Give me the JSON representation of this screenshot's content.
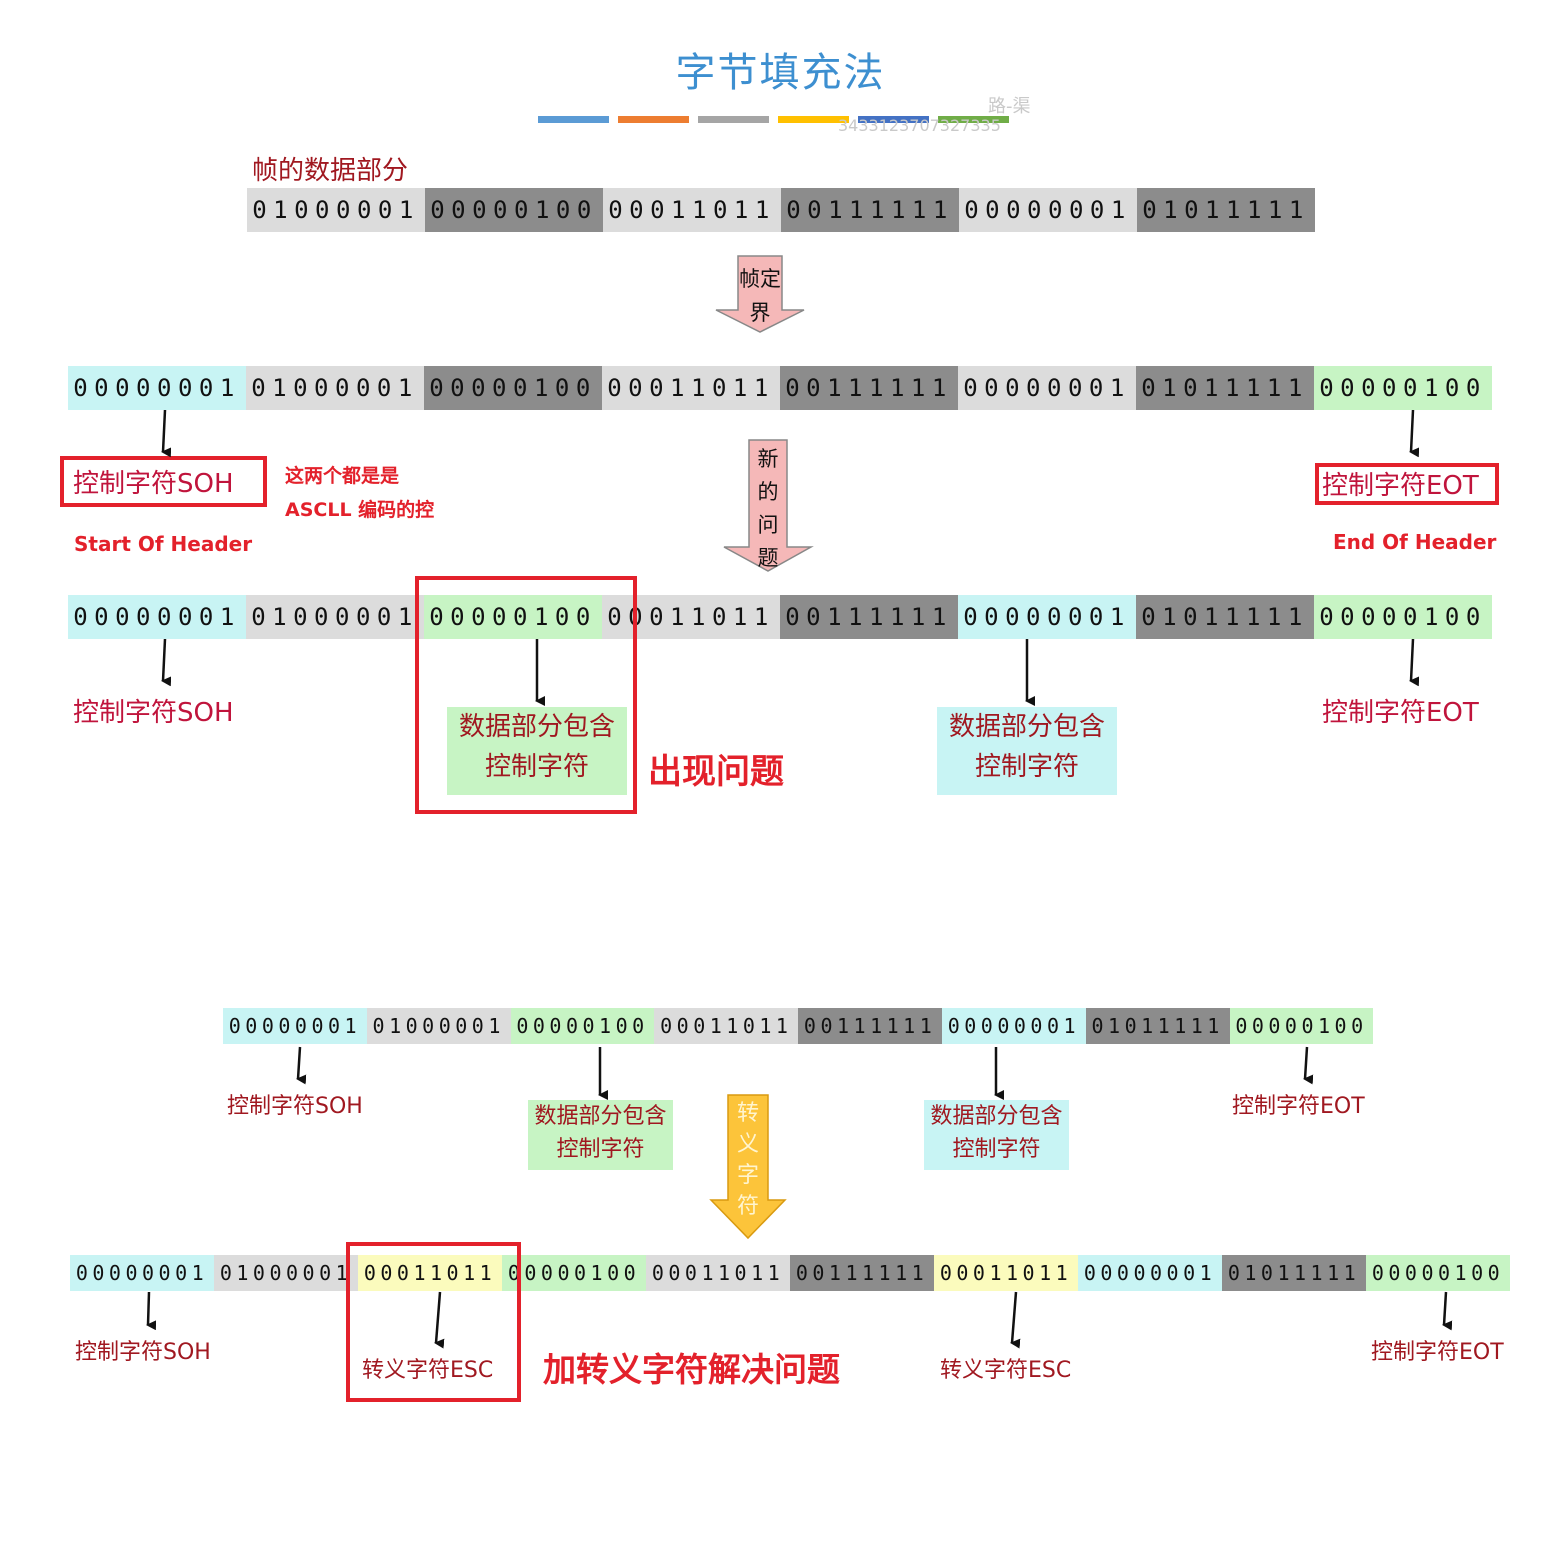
{
  "title": "字节填充法",
  "watermark": {
    "line1": "路-渠",
    "line2": "3433123707327335"
  },
  "title_bar_colors": [
    "#5b9bd5",
    "#ed7d31",
    "#a5a5a5",
    "#ffc000",
    "#4472c4",
    "#70ad47"
  ],
  "section1": {
    "data_label": "帧的数据部分",
    "bytes": [
      "01000001",
      "00000100",
      "00011011",
      "00111111",
      "00000001",
      "01011111"
    ],
    "arrow_label": [
      "帧定",
      "界"
    ]
  },
  "section2": {
    "bytes": [
      "00000001",
      "01000001",
      "00000100",
      "00011011",
      "00111111",
      "00000001",
      "01011111",
      "00000100"
    ],
    "soh_label": "控制字符SOH",
    "soh_sub": "Start Of Header",
    "note_line1": "这两个都是是",
    "note_line2": "ASCLL 编码的控",
    "eot_label": "控制字符EOT",
    "eot_sub": "End Of Header",
    "arrow_label": [
      "新",
      "的",
      "问",
      "题"
    ]
  },
  "section3": {
    "bytes": [
      "00000001",
      "01000001",
      "00000100",
      "00011011",
      "00111111",
      "00000001",
      "01011111",
      "00000100"
    ],
    "soh_label": "控制字符SOH",
    "eot_label": "控制字符EOT",
    "box1_line1": "数据部分包含",
    "box1_line2": "控制字符",
    "box2_line1": "数据部分包含",
    "box2_line2": "控制字符",
    "problem_label": "出现问题"
  },
  "section4": {
    "bytes": [
      "00000001",
      "01000001",
      "00000100",
      "00011011",
      "00111111",
      "00000001",
      "01011111",
      "00000100"
    ],
    "soh_label": "控制字符SOH",
    "eot_label": "控制字符EOT",
    "box1_line1": "数据部分包含",
    "box1_line2": "控制字符",
    "box2_line1": "数据部分包含",
    "box2_line2": "控制字符",
    "arrow_label": [
      "转",
      "义",
      "字",
      "符"
    ]
  },
  "section5": {
    "bytes": [
      "00000001",
      "01000001",
      "00011011",
      "00000100",
      "00011011",
      "00111111",
      "00011011",
      "00000001",
      "01011111",
      "00000100"
    ],
    "soh_label": "控制字符SOH",
    "esc_label1": "转义字符ESC",
    "esc_label2": "转义字符ESC",
    "eot_label": "控制字符EOT",
    "solution_label": "加转义字符解决问题"
  }
}
